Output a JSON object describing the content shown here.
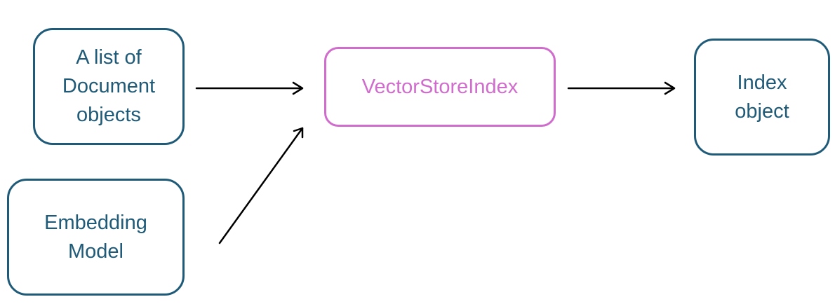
{
  "nodes": {
    "documents": {
      "lines": [
        "A list of",
        "Document",
        "objects"
      ]
    },
    "embedding": {
      "lines": [
        "Embedding",
        "Model"
      ]
    },
    "vector_store_index": {
      "lines": [
        "VectorStoreIndex"
      ]
    },
    "index_object": {
      "lines": [
        "Index",
        "object"
      ]
    }
  },
  "colors": {
    "box_border": "#1f5b78",
    "box_text": "#1f5b78",
    "highlight": "#d06ccc",
    "arrow": "#000000"
  }
}
